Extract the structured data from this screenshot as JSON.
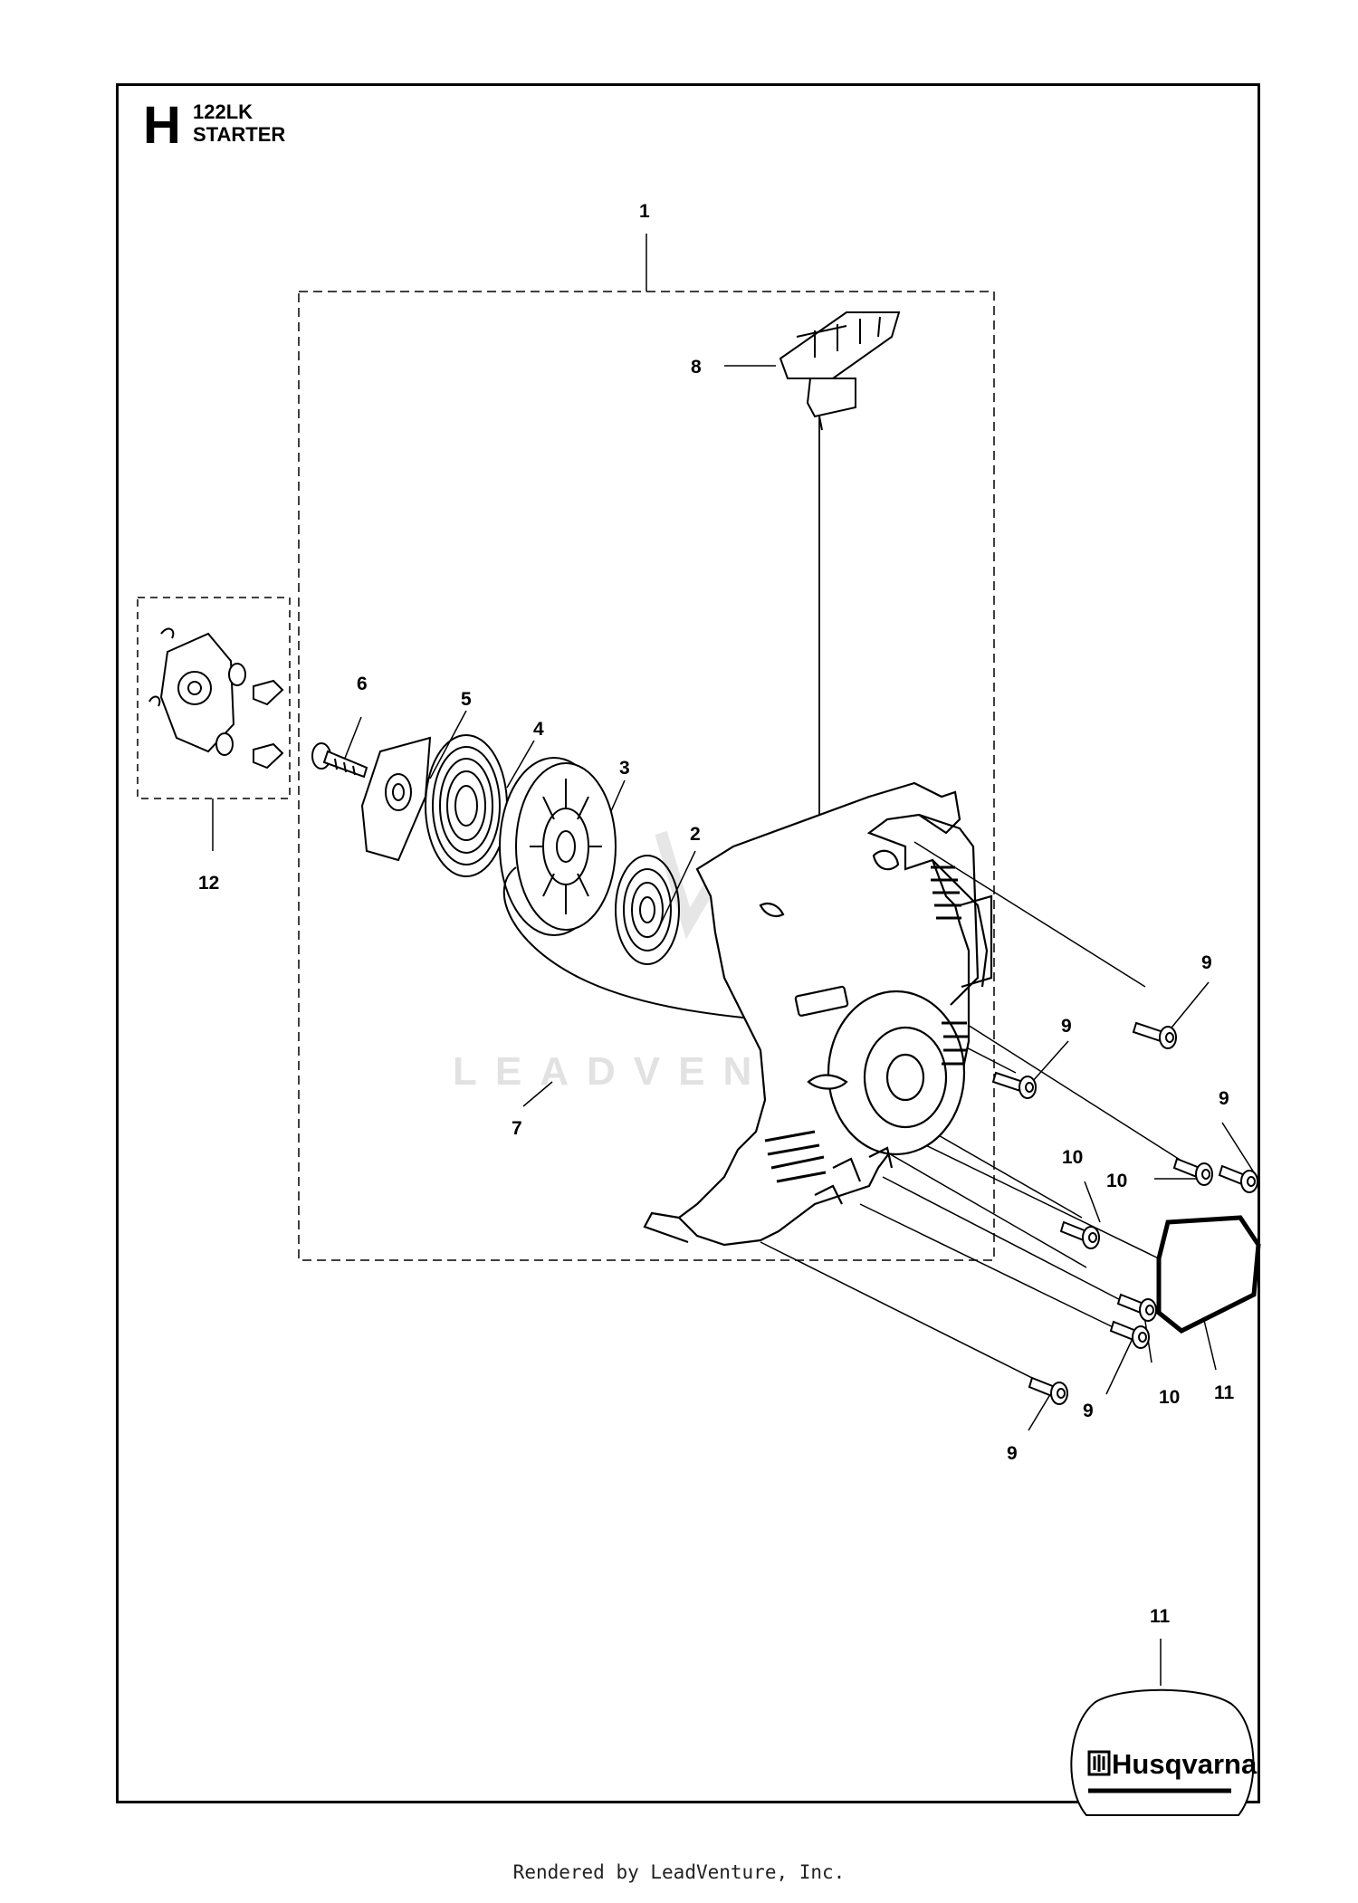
{
  "header": {
    "section_letter": "H",
    "model": "122LK",
    "assembly": "STARTER"
  },
  "callouts": [
    {
      "id": "callout-1",
      "text": "1"
    },
    {
      "id": "callout-2",
      "text": "2"
    },
    {
      "id": "callout-3",
      "text": "3"
    },
    {
      "id": "callout-4",
      "text": "4"
    },
    {
      "id": "callout-5",
      "text": "5"
    },
    {
      "id": "callout-6",
      "text": "6"
    },
    {
      "id": "callout-7",
      "text": "7"
    },
    {
      "id": "callout-8",
      "text": "8"
    },
    {
      "id": "callout-9",
      "text": "9"
    },
    {
      "id": "callout-10",
      "text": "10"
    },
    {
      "id": "callout-11",
      "text": "11"
    },
    {
      "id": "callout-12",
      "text": "12"
    }
  ],
  "decal": {
    "brand": "Husqvarna"
  },
  "watermark": {
    "text": "LEADVENTURE"
  },
  "footer": {
    "text": "Rendered by LeadVenture, Inc."
  },
  "colors": {
    "line": "#000000",
    "watermark": "#e2e2e2",
    "background": "#ffffff"
  }
}
